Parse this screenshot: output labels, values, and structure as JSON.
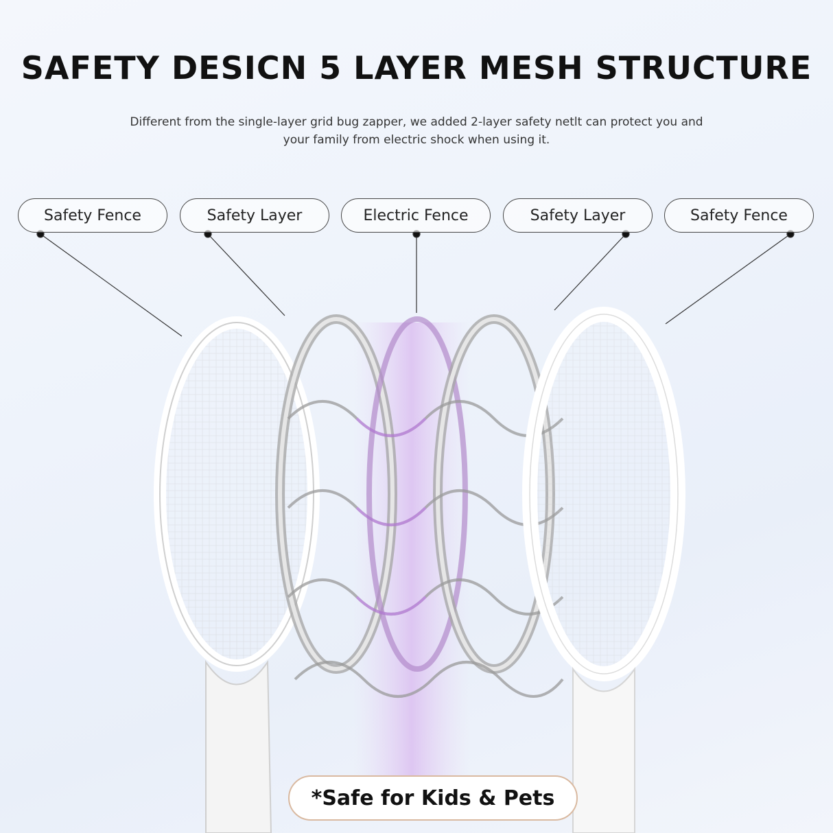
{
  "headline": "SAFETY DESICN 5 LAYER MESH STRUCTURE",
  "subtext": "Different from the single-layer grid bug zapper, we added 2-layer safety netlt can protect you and your family from electric shock when using it.",
  "labels": [
    {
      "text": "Safety Fence"
    },
    {
      "text": "Safety Layer"
    },
    {
      "text": "Electric Fence"
    },
    {
      "text": "Safety Layer"
    },
    {
      "text": "Safety Fence"
    }
  ],
  "badge": "*Safe for Kids & Pets",
  "colors": {
    "electric_glow": "#c9a0e6",
    "frame": "#ffffff",
    "mesh": "#9a9a9a",
    "badge_border": "#d9b9a0"
  }
}
